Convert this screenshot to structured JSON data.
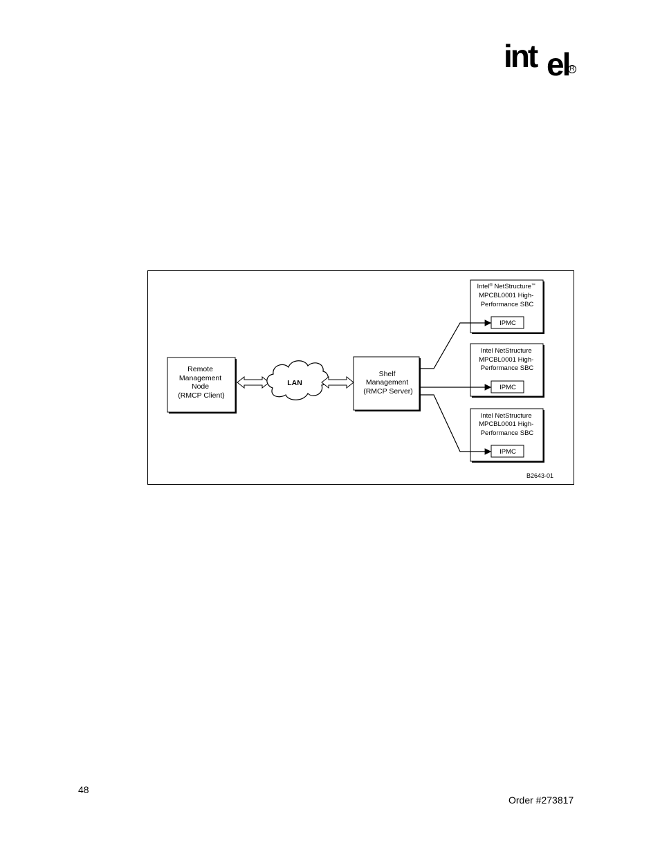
{
  "header": {
    "logo_text": "int",
    "logo_text_e": "el",
    "logo_registered": "R"
  },
  "diagram": {
    "remote_node": [
      "Remote",
      "Management",
      "Node",
      "(RMCP Client)"
    ],
    "lan": "LAN",
    "shelf": [
      "Shelf",
      "Management",
      "(RMCP Server)"
    ],
    "sbc1": {
      "line1_a": "Intel",
      "line1_reg": "®",
      "line1_b": " NetStructure",
      "line1_tm": "™",
      "line2": "MPCBL0001 High-",
      "line3": "Performance SBC",
      "ipmc": "IPMC"
    },
    "sbc2": {
      "line1": "Intel NetStructure",
      "line2": "MPCBL0001 High-",
      "line3": "Performance SBC",
      "ipmc": "IPMC"
    },
    "sbc3": {
      "line1": "Intel NetStructure",
      "line2": "MPCBL0001 High-",
      "line3": "Performance SBC",
      "ipmc": "IPMC"
    },
    "figure_id": "B2643-01"
  },
  "footer": {
    "page_number": "48",
    "order": "Order #273817"
  }
}
